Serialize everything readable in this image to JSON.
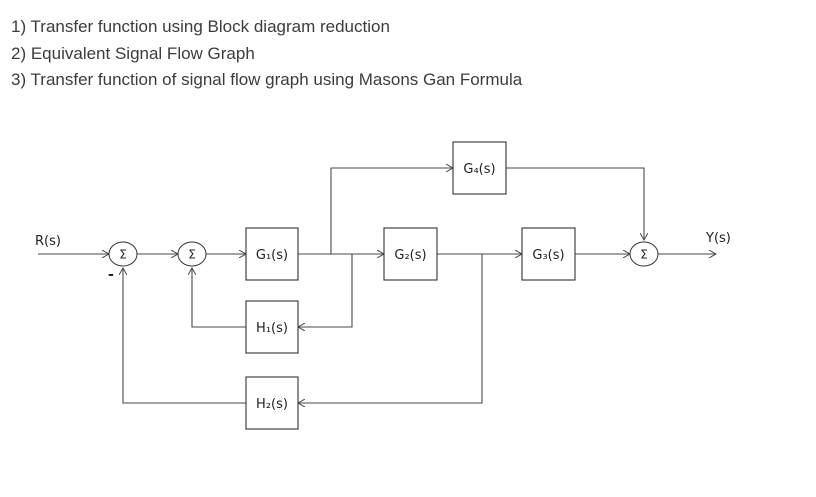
{
  "questions": [
    "1) Transfer function using Block diagram reduction",
    "2) Equivalent Signal Flow Graph",
    "3) Transfer function of signal flow graph using Masons Gan Formula"
  ],
  "diagram": {
    "input_label": "R(s)",
    "output_label": "Y(s)",
    "summing_symbol": "Σ",
    "negative_sign": "-",
    "blocks": {
      "g1": "G₁(s)",
      "g2": "G₂(s)",
      "g3": "G₃(s)",
      "g4": "G₄(s)",
      "h1": "H₁(s)",
      "h2": "H₂(s)"
    }
  }
}
